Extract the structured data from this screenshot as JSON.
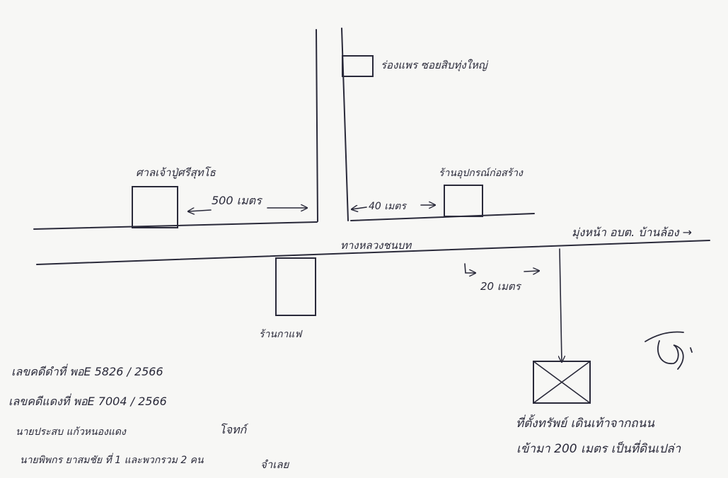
{
  "map": {
    "road_name": "ทางหลวงชนบท",
    "direction": "มุ่งหน้า อบต. บ้านล้อง",
    "directions_arrow": "→",
    "places": {
      "pier": "ร่องแพร ซอยสิบทุ่งใหญ่",
      "shrine": "ศาลเจ้าปู่ศรีสุทโธ",
      "hardware": "ร้านอุปกรณ์ก่อสร้าง",
      "cafe": "ร้านกาแฟ"
    },
    "distances": {
      "left": "500 เมตร",
      "right": "40 เมตร",
      "below": "20 เมตร"
    },
    "property": {
      "line1": "ที่ตั้งทรัพย์ เดินเท้าจากถนน",
      "line2": "เข้ามา 200 เมตร เป็นที่ดินเปล่า"
    }
  },
  "info": {
    "case_black": "เลขคดีดำที่ พอE 5826 / 2566",
    "case_red": "เลขคดีแดงที่ พอE 7004 / 2566",
    "plaintiff": "นายประสบ แก้วหนองแดง",
    "plaintiff_role": "โจทก์",
    "defendant": "นายพิพกร ยาสมชัย ที่ 1 และพวกรวม 2 คน",
    "defendant_role": "จำเลย"
  }
}
